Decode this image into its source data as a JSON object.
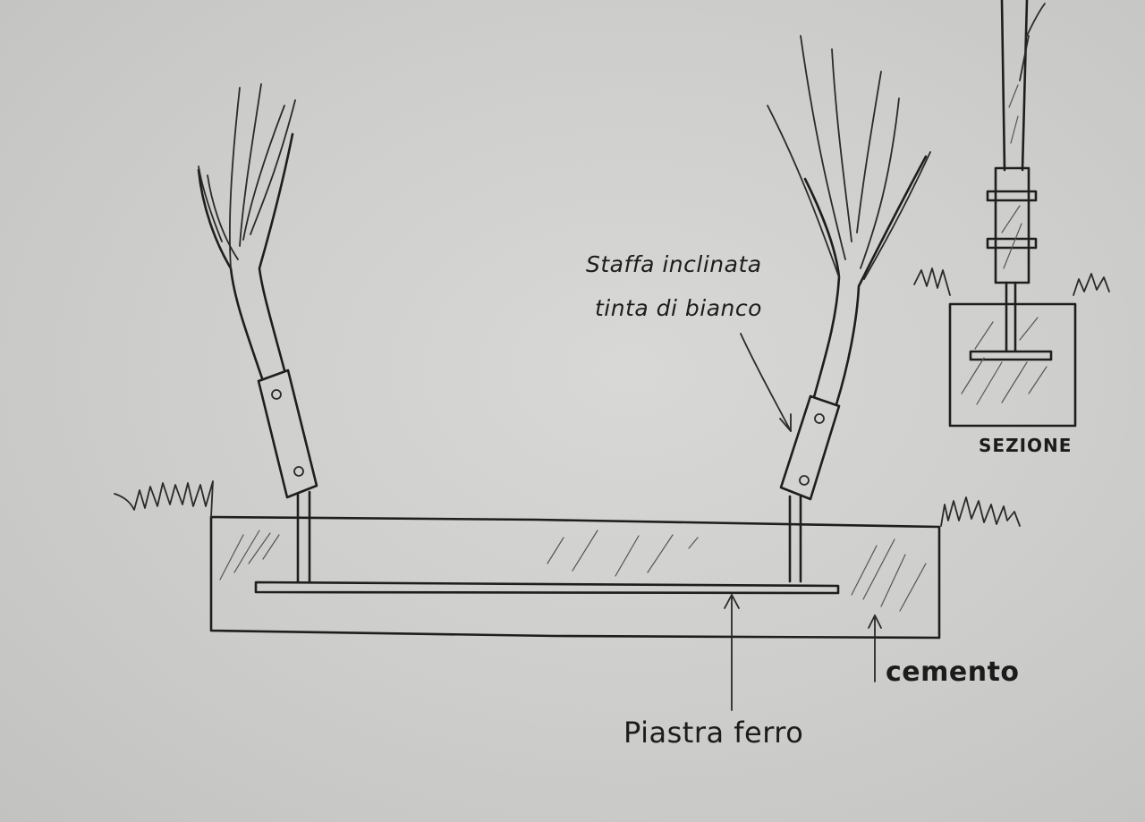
{
  "labels": {
    "bracket_line1": "Staffa inclinata",
    "bracket_line2": "tinta di bianco",
    "cement": "cemento",
    "iron_plate": "Piastra ferro",
    "section": "SEZIONE"
  },
  "colors": {
    "paper": "#d3d3d1",
    "ink": "#1e1e1e"
  }
}
